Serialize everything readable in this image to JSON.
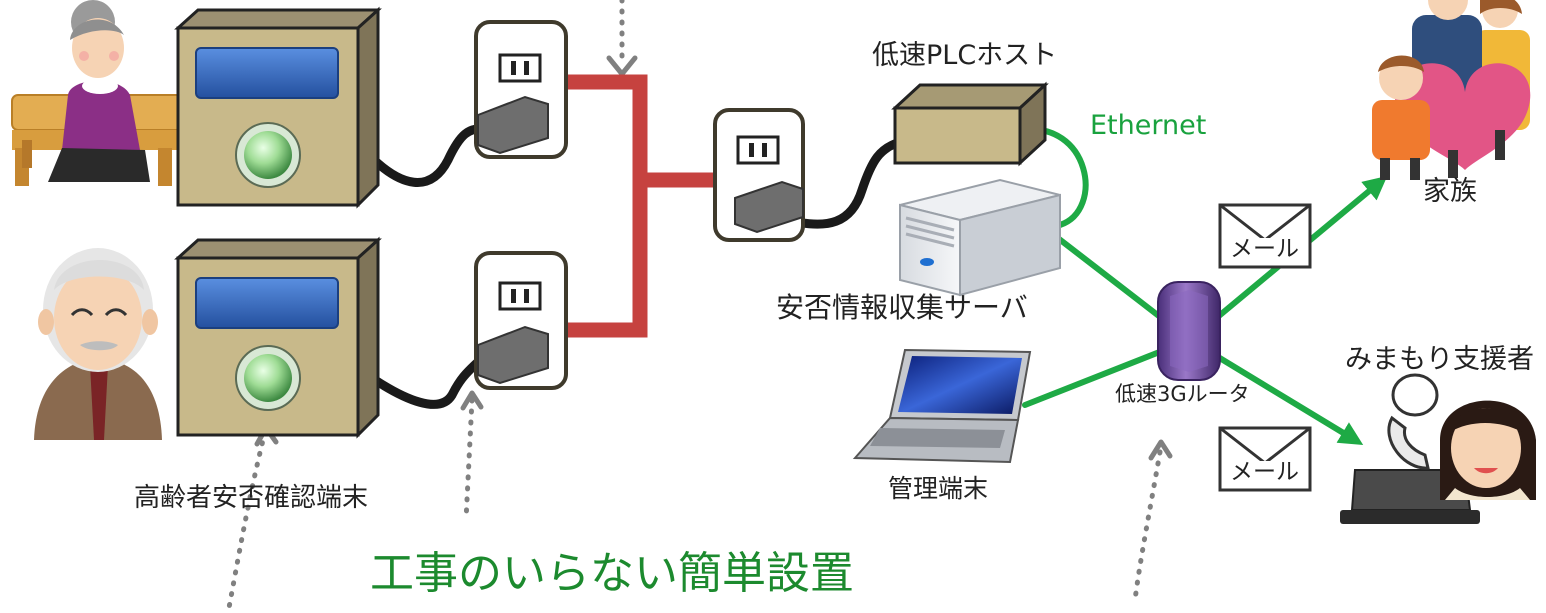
{
  "labels": {
    "plc_host": "低速PLCホスト",
    "ethernet": "Ethernet",
    "server": "安否情報収集サーバ",
    "router": "低速3Gルータ",
    "admin_terminal": "管理端末",
    "elderly_terminal": "高齢者安否確認端末",
    "family": "家族",
    "supporter": "みまもり支援者",
    "mail_1": "メール",
    "mail_2": "メール",
    "headline": "工事のいらない簡単設置"
  },
  "colors": {
    "powerline": "#c6423f",
    "network": "#1eaa45",
    "ethernet_text": "#19a23e",
    "headline": "#1c8a2e",
    "cable": "#222222",
    "dotted": "#777777",
    "device_body": "#c8b98a",
    "screen": "#2f62b8",
    "button": "#8fd48a",
    "router": "#7a55a8"
  },
  "icons": [
    "elderly-woman-icon",
    "elderly-man-icon",
    "terminal-device-icon",
    "power-outlet-icon",
    "plc-host-box-icon",
    "server-icon",
    "laptop-icon",
    "router-icon",
    "mail-icon",
    "family-icon",
    "supporter-icon",
    "phone-icon"
  ]
}
